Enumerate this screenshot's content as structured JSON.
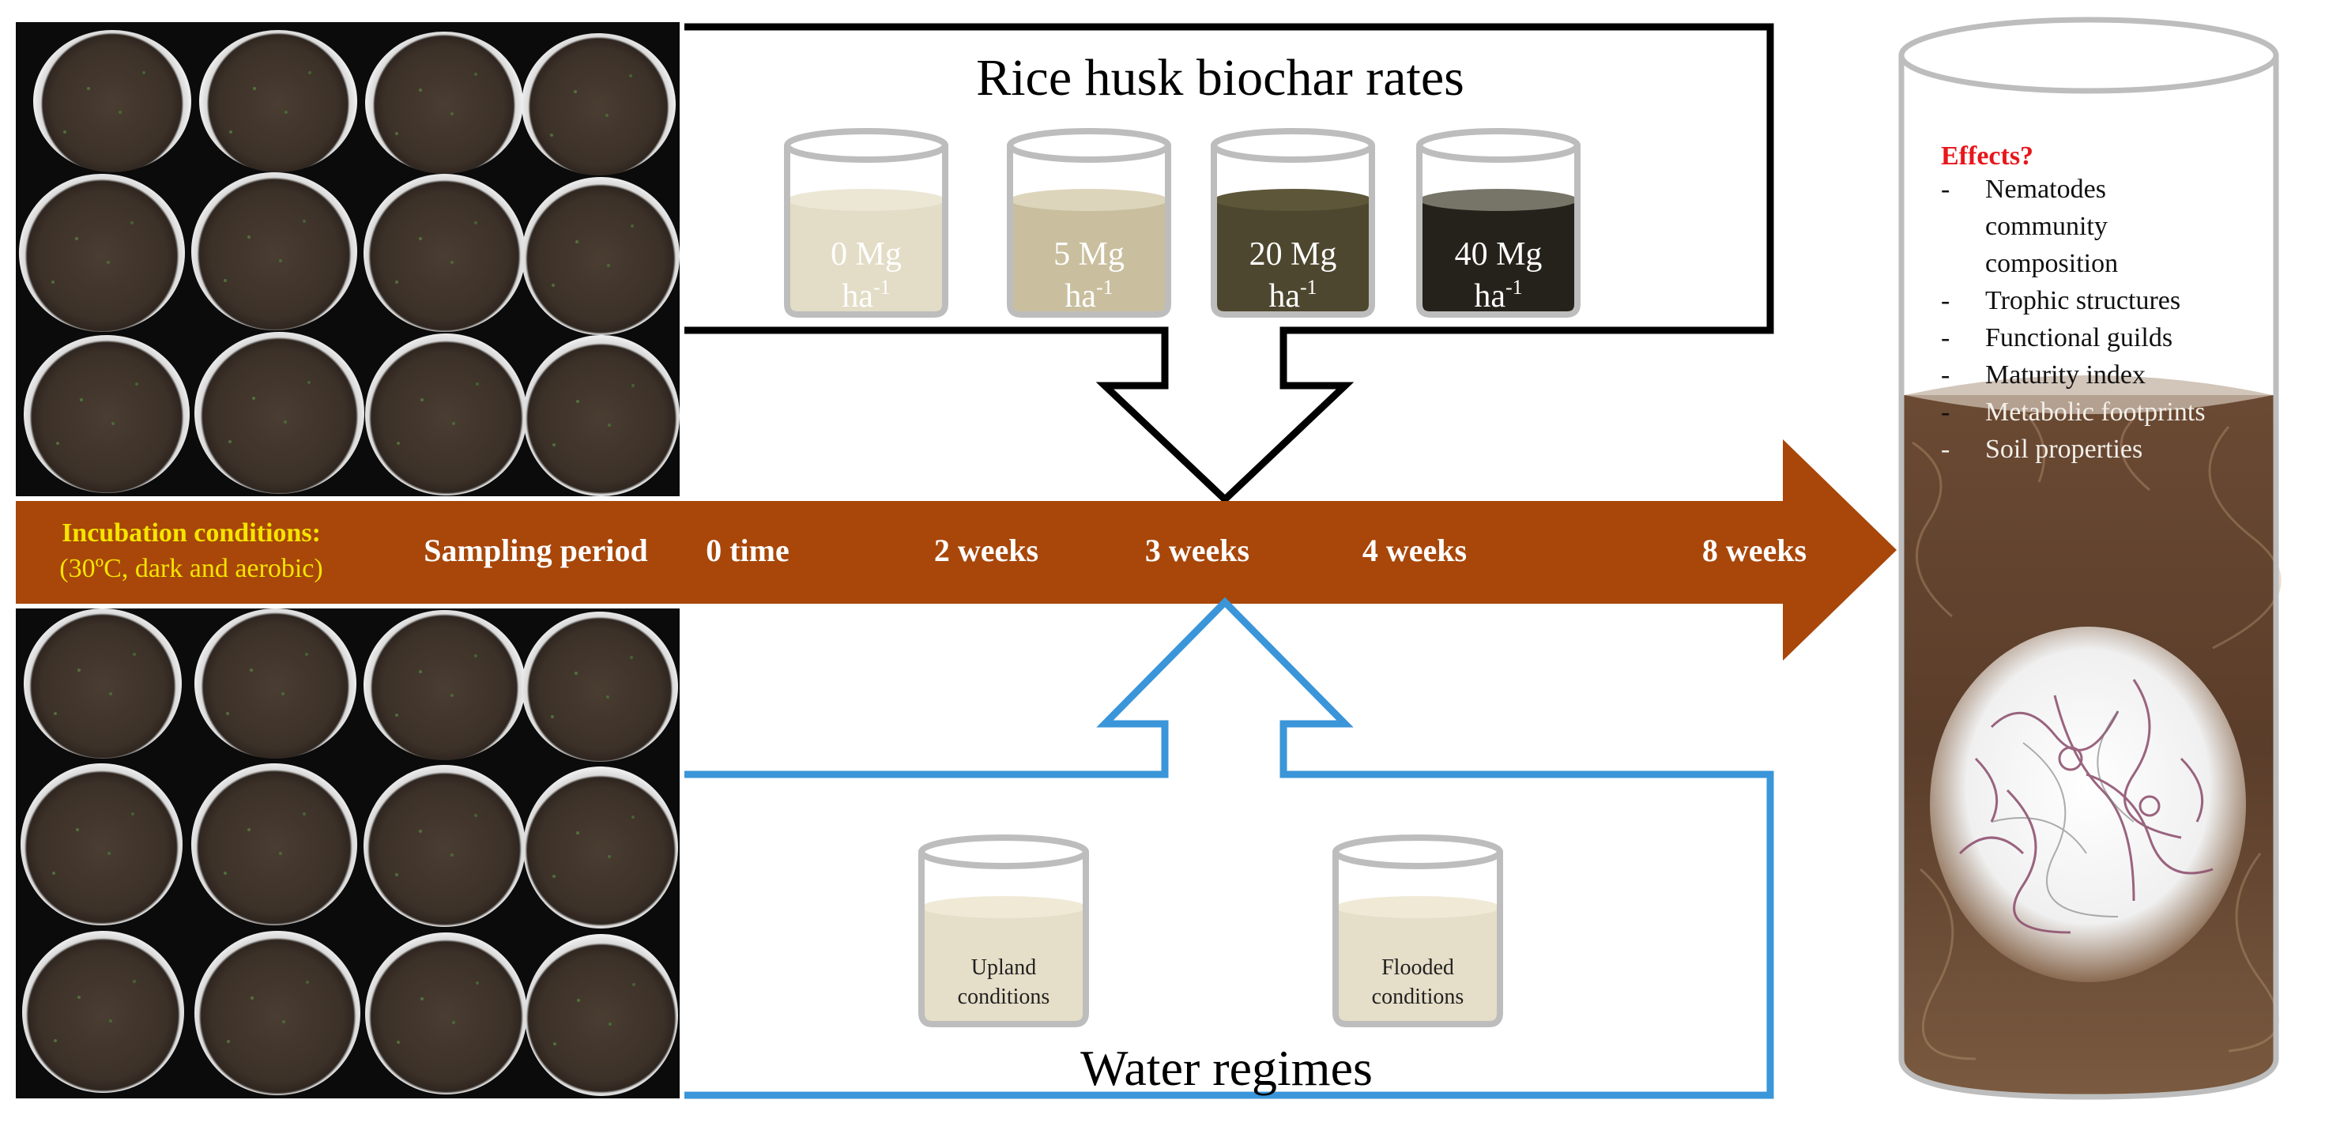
{
  "colors": {
    "timeline_arrow": "#a84709",
    "incubation_text": "#f5e400",
    "timeline_text": "#ffffff",
    "biochar_frame": "#000000",
    "water_frame": "#3a95d9",
    "effects_title": "#e8161b",
    "beaker_0": "#e3dcc6",
    "beaker_5": "#c9bf9e",
    "beaker_20": "#4e472f",
    "beaker_40": "#24221a"
  },
  "biochar_panel": {
    "title": "Rice husk biochar rates",
    "beakers": [
      {
        "line1": "0 Mg",
        "line2": "ha",
        "sup": "-1"
      },
      {
        "line1": "5 Mg",
        "line2": "ha",
        "sup": "-1"
      },
      {
        "line1": "20 Mg",
        "line2": "ha",
        "sup": "-1"
      },
      {
        "line1": "40 Mg",
        "line2": "ha",
        "sup": "-1"
      }
    ]
  },
  "timeline": {
    "incubation_title": "Incubation conditions:",
    "incubation_detail": "(30ºC, dark and aerobic)",
    "sampling_label": "Sampling period",
    "points": [
      "0 time",
      "2 weeks",
      "3 weeks",
      "4 weeks",
      "8 weeks"
    ]
  },
  "water_panel": {
    "title": "Water regimes",
    "beakers": [
      {
        "line1": "Upland",
        "line2": "conditions"
      },
      {
        "line1": "Flooded",
        "line2": "conditions"
      }
    ]
  },
  "effects": {
    "title": "Effects?",
    "items": [
      [
        "Nematodes",
        "community",
        "composition"
      ],
      [
        "Trophic structures"
      ],
      [
        "Functional guilds"
      ],
      [
        "Maturity index"
      ],
      [
        "Metabolic footprints"
      ],
      [
        "Soil properties"
      ]
    ]
  }
}
